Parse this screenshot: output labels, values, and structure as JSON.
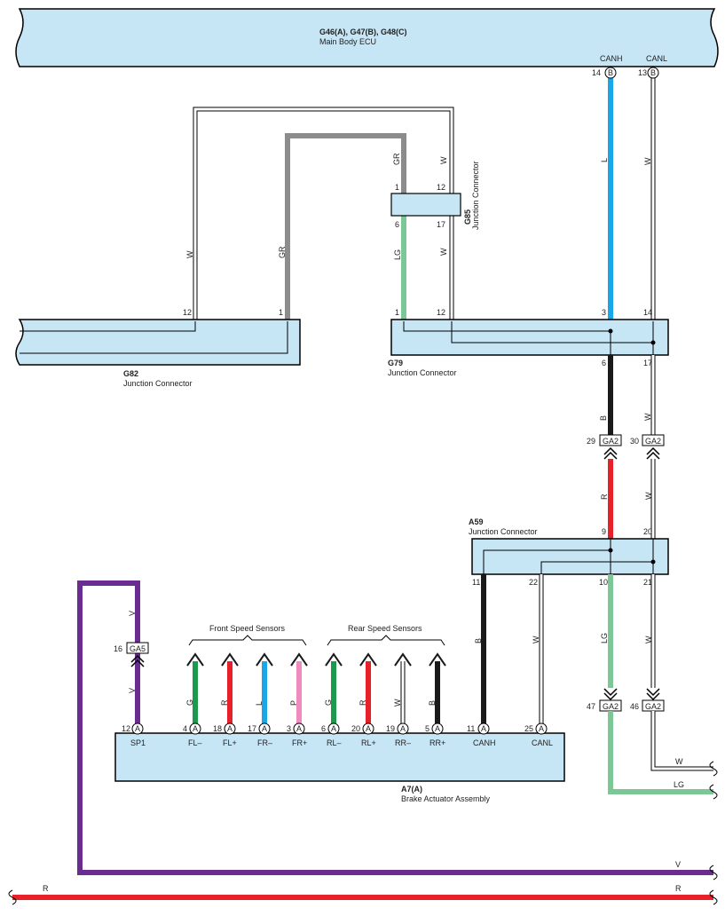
{
  "ecu": {
    "id": "G46(A), G47(B), G48(C)",
    "name": "Main Body ECU",
    "canh": "CANH",
    "canl": "CANL",
    "canh_pin": "14",
    "canl_pin": "13",
    "tag": "B"
  },
  "g85": {
    "id": "G85",
    "name": "Junction Connector",
    "pin1": "1",
    "pin12": "12",
    "pin6": "6",
    "pin17": "17"
  },
  "g82": {
    "id": "G82",
    "name": "Junction Connector",
    "pin12": "12",
    "pin1": "1"
  },
  "g79": {
    "id": "G79",
    "name": "Junction Connector",
    "pin1": "1",
    "pin12": "12",
    "pin3": "3",
    "pin14": "14",
    "pin6": "6",
    "pin17": "17"
  },
  "a59": {
    "id": "A59",
    "name": "Junction Connector",
    "pin9": "9",
    "pin20": "20",
    "pin11": "11",
    "pin22": "22",
    "pin10": "10",
    "pin21": "21"
  },
  "a7": {
    "id": "A7(A)",
    "name": "Brake Actuator Assembly",
    "tag": "A",
    "pins": [
      {
        "num": "12",
        "name": "SP1"
      },
      {
        "num": "4",
        "name": "FL–"
      },
      {
        "num": "18",
        "name": "FL+"
      },
      {
        "num": "17",
        "name": "FR–"
      },
      {
        "num": "3",
        "name": "FR+"
      },
      {
        "num": "6",
        "name": "RL–"
      },
      {
        "num": "20",
        "name": "RL+"
      },
      {
        "num": "19",
        "name": "RR–"
      },
      {
        "num": "5",
        "name": "RR+"
      },
      {
        "num": "11",
        "name": "CANH"
      },
      {
        "num": "25",
        "name": "CANL"
      }
    ]
  },
  "groups": {
    "front": "Front Speed Sensors",
    "rear": "Rear Speed Sensors"
  },
  "junctions": {
    "ga2": "GA2",
    "ga5": "GA5",
    "p29": "29",
    "p30": "30",
    "p47": "47",
    "p46": "46",
    "p16": "16"
  },
  "wires": {
    "W": "W",
    "GR": "GR",
    "LG": "LG",
    "L": "L",
    "B": "B",
    "R": "R",
    "V": "V",
    "G": "G",
    "P": "P"
  },
  "colors": {
    "L": "#1aa7e8",
    "B": "#1a1a1a",
    "R": "#e8202a",
    "GR": "#8c8c8c",
    "LG": "#7bc795",
    "V": "#6b2c91",
    "G": "#1a9a4a",
    "P": "#ef8cbd",
    "W": "#ffffff",
    "fill": "#c6e6f6"
  }
}
